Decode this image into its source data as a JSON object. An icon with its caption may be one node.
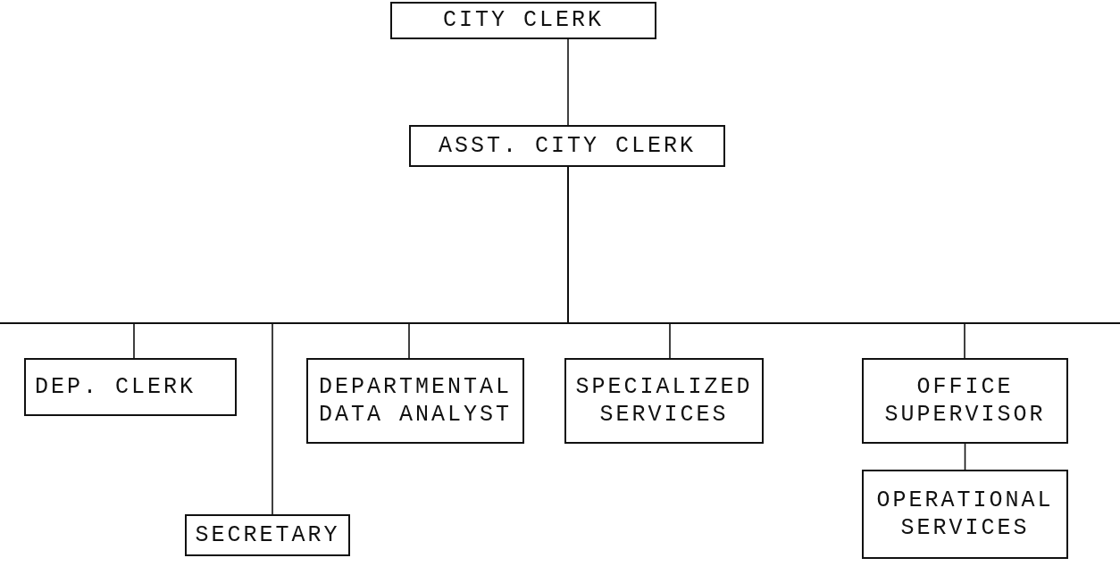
{
  "diagram": {
    "nodes": [
      {
        "text": [
          "CITY CLERK"
        ]
      },
      {
        "text": [
          "ASST. CITY CLERK"
        ]
      },
      {
        "text": [
          "DEP. CLERK"
        ]
      },
      {
        "text": [
          "SECRETARY"
        ]
      },
      {
        "text": [
          "DEPARTMENTAL DATA ANALYST"
        ]
      },
      {
        "text": [
          "SPECIALIZED SERVICES"
        ]
      },
      {
        "text": [
          "OFFICE SUPERVISOR"
        ]
      },
      {
        "text": [
          "OPERATIONAL SERVICES"
        ]
      }
    ],
    "edges": [
      {
        "from": 0,
        "to": 1,
        "arrow": "none"
      },
      {
        "from": 1,
        "to": 2,
        "arrow": "none"
      },
      {
        "from": 1,
        "to": 3,
        "arrow": "none"
      },
      {
        "from": 1,
        "to": 4,
        "arrow": "none"
      },
      {
        "from": 1,
        "to": 5,
        "arrow": "none"
      },
      {
        "from": 1,
        "to": 6,
        "arrow": "none"
      },
      {
        "from": 6,
        "to": 7,
        "arrow": "none"
      }
    ]
  }
}
